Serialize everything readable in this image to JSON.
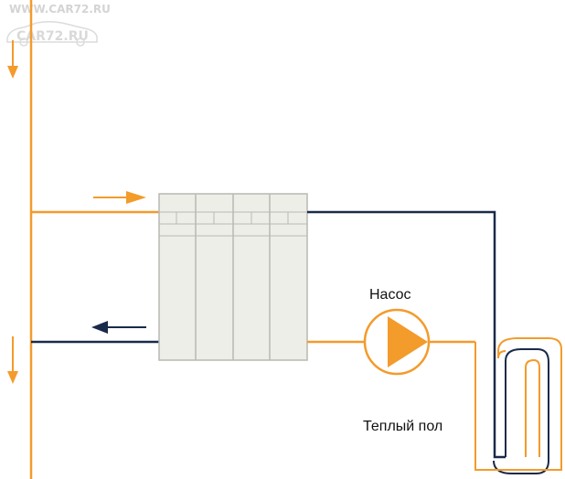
{
  "watermark": {
    "top_text": "WWW.CAR72.RU",
    "logo_text": "CAR72.RU"
  },
  "labels": {
    "pump": "Насос",
    "floor": "Теплый пол"
  },
  "colors": {
    "hot": "#f39b2b",
    "cold": "#1a2a4a",
    "radiator_fill": "#eeeee8",
    "radiator_stroke": "#b9b9b2"
  },
  "icons": {
    "pump": "pump-triangle-icon",
    "flow_down": "arrow-down-icon",
    "flow_right": "arrow-right-icon",
    "flow_left": "arrow-left-icon"
  }
}
